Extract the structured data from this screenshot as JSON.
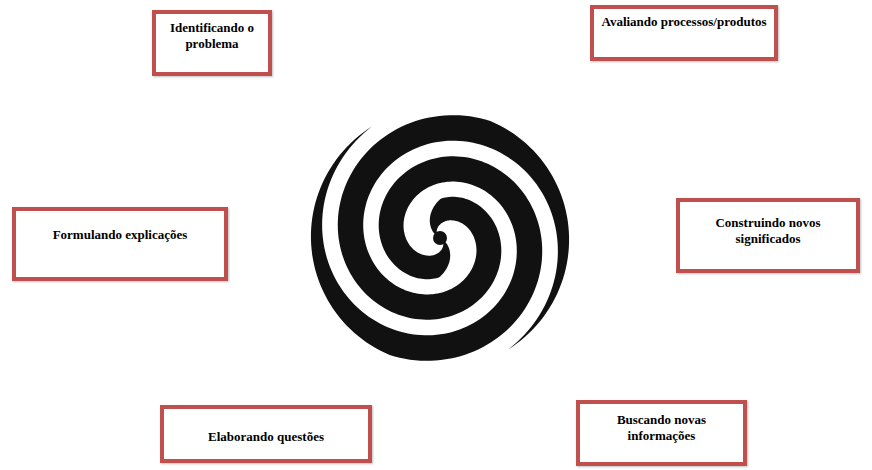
{
  "diagram": {
    "nodes": [
      {
        "text": [
          "Identificando o problema"
        ]
      },
      {
        "text": [
          "Avaliando processos/produtos"
        ]
      },
      {
        "text": [
          "Formulando explicações"
        ]
      },
      {
        "text": [
          "Construindo novos significados"
        ]
      },
      {
        "text": [
          "Elaborando questões"
        ]
      },
      {
        "text": [
          "Buscando novas informações"
        ]
      }
    ]
  }
}
